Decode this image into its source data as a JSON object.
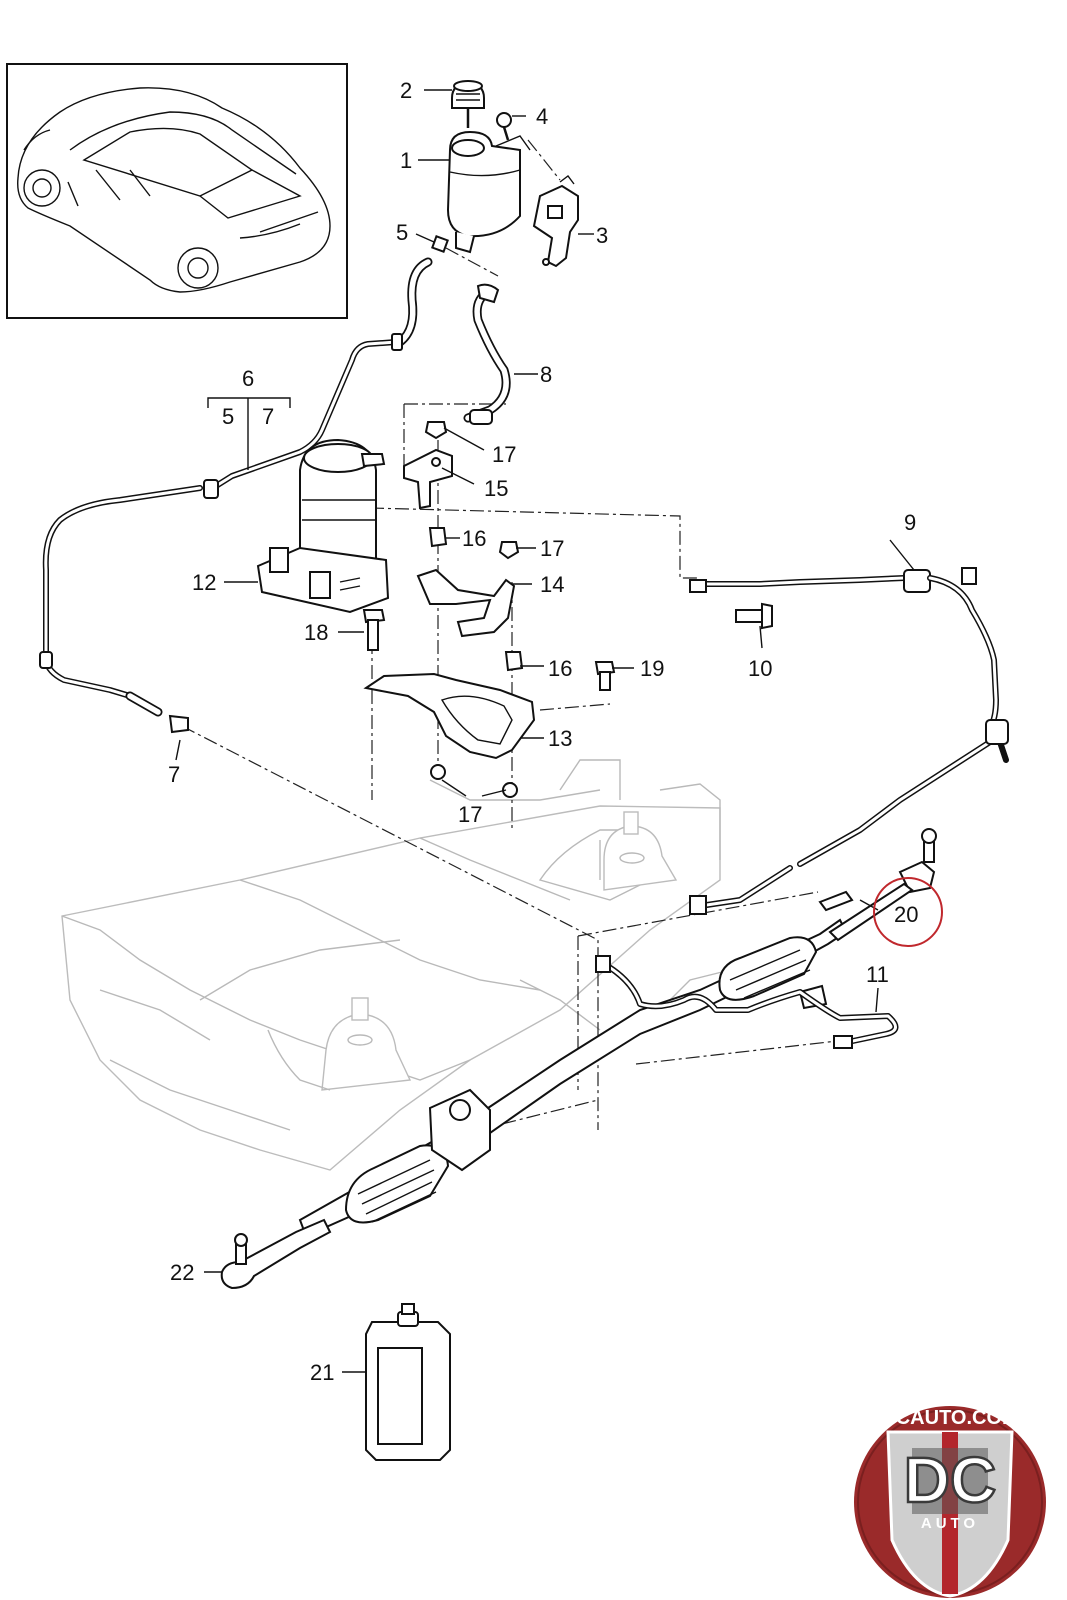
{
  "callouts": [
    {
      "id": "2",
      "label": "2"
    },
    {
      "id": "4",
      "label": "4"
    },
    {
      "id": "1",
      "label": "1"
    },
    {
      "id": "3",
      "label": "3"
    },
    {
      "id": "5",
      "label": "5"
    },
    {
      "id": "6",
      "label": "6"
    },
    {
      "id": "6-sub-5",
      "label": "5"
    },
    {
      "id": "6-sub-7",
      "label": "7"
    },
    {
      "id": "8",
      "label": "8"
    },
    {
      "id": "17a",
      "label": "17"
    },
    {
      "id": "15",
      "label": "15"
    },
    {
      "id": "9",
      "label": "9"
    },
    {
      "id": "16a",
      "label": "16"
    },
    {
      "id": "17b",
      "label": "17"
    },
    {
      "id": "12",
      "label": "12"
    },
    {
      "id": "14",
      "label": "14"
    },
    {
      "id": "18",
      "label": "18"
    },
    {
      "id": "10",
      "label": "10"
    },
    {
      "id": "16b",
      "label": "16"
    },
    {
      "id": "19",
      "label": "19"
    },
    {
      "id": "13",
      "label": "13"
    },
    {
      "id": "7",
      "label": "7"
    },
    {
      "id": "17c",
      "label": "17"
    },
    {
      "id": "20",
      "label": "20"
    },
    {
      "id": "11",
      "label": "11"
    },
    {
      "id": "22",
      "label": "22"
    },
    {
      "id": "21",
      "label": "21"
    }
  ],
  "highlight": {
    "callout": "20",
    "color": "#c0282d"
  },
  "logo": {
    "site": "DCAUTO.COM",
    "letters": "DC",
    "word": "AUTO",
    "colors": {
      "ring": "#9a2a2a",
      "badge": "#c9c9c9",
      "stripe": "#b3262c",
      "panel": "#5a5a5a"
    }
  }
}
